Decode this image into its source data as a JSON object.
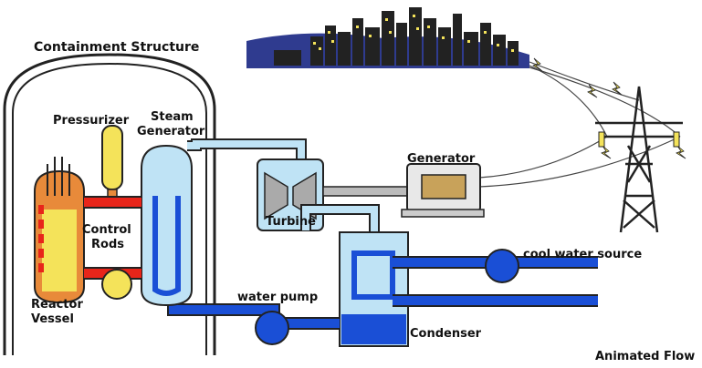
{
  "labels": {
    "containment": "Containment Structure",
    "pressurizer": "Pressurizer",
    "steam_generator_line1": "Steam",
    "steam_generator_line2": "Generator",
    "control_rods_line1": "Control",
    "control_rods_line2": "Rods",
    "reactor_vessel_line1": "Reactor",
    "reactor_vessel_line2": "Vessel",
    "turbine": "Turbine",
    "generator": "Generator",
    "water_pump": "water pump",
    "condenser": "Condenser",
    "cool_water_source": "cool water source",
    "animated_flow": "Animated Flow"
  },
  "colors": {
    "hot_loop": "#e8251a",
    "cold_loop": "#1a4fd6",
    "steam_light": "#bfe3f5",
    "reactor_orange": "#e88a3a",
    "reactor_yellow": "#f4e35a",
    "city_sky": "#2f3b8f",
    "tower": "#222222"
  },
  "icons": [
    "city-skyline-icon",
    "transmission-tower-icon",
    "spark-icon"
  ]
}
